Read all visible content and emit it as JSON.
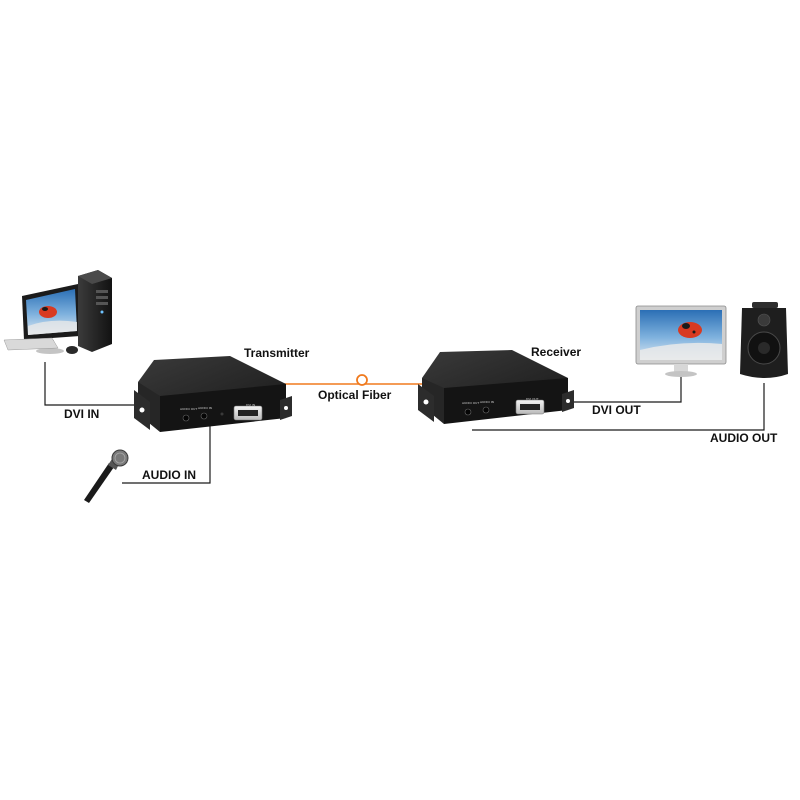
{
  "labels": {
    "transmitter": "Transmitter",
    "receiver": "Receiver",
    "optical_fiber": "Optical Fiber",
    "dvi_in": "DVI IN",
    "audio_in": "AUDIO IN",
    "dvi_out": "DVI OUT",
    "audio_out": "AUDIO OUT"
  },
  "port_labels": {
    "audio_out": "AUDIO OUT",
    "audio_in": "AUDIO IN",
    "dvi_in": "DVI IN",
    "dvi_out": "DVI OUT",
    "sfp": "SFP"
  },
  "colors": {
    "fiber": "#f07a1e",
    "device_body": "#1c1c1c",
    "wire": "#1a1a1a"
  },
  "icons": [
    "desktop-computer-icon",
    "microphone-icon",
    "monitor-icon",
    "speaker-icon"
  ]
}
